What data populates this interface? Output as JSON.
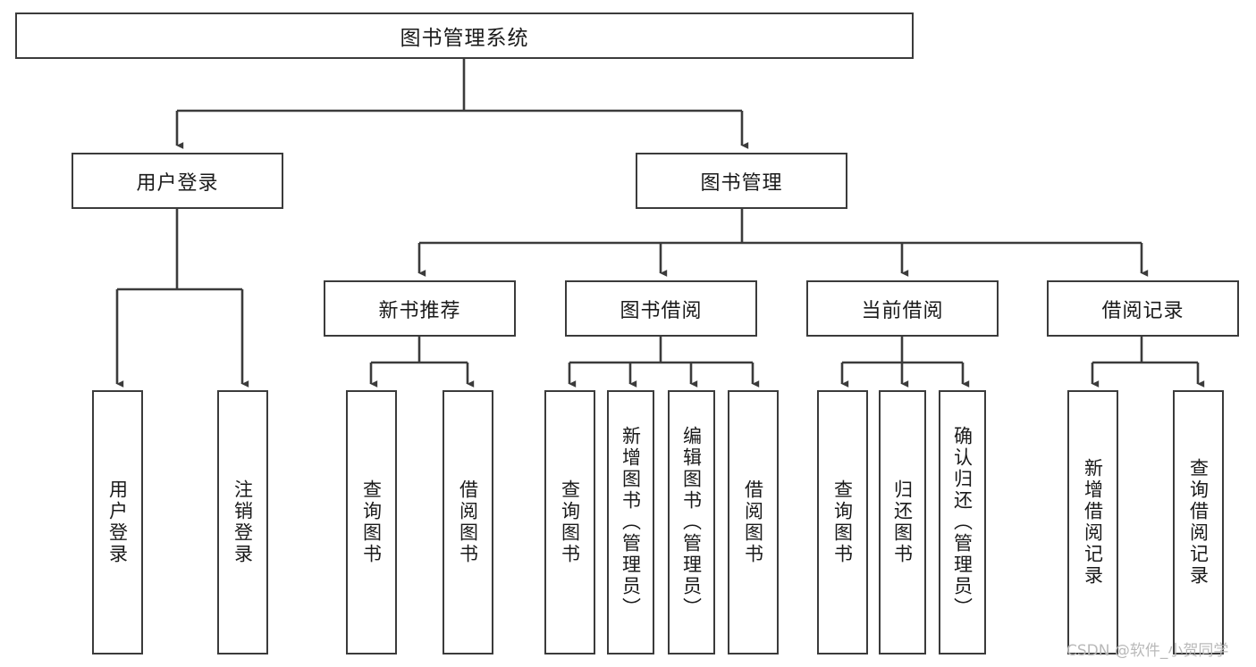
{
  "diagram": {
    "type": "tree-hierarchy",
    "title": "图书管理系统",
    "watermark": "CSDN @软件_小贺同学",
    "colors": {
      "border": "#3b3b3b",
      "node_fill": "#ffffff",
      "edge": "#3b3b3b",
      "text": "#1a1a1a",
      "background": "#ffffff",
      "watermark": "#b9b9b9"
    },
    "nodes": {
      "root": {
        "label": "图书管理系统"
      },
      "level2": [
        {
          "label": "用户登录"
        },
        {
          "label": "图书管理"
        }
      ],
      "level3": [
        {
          "label": "新书推荐"
        },
        {
          "label": "图书借阅"
        },
        {
          "label": "当前借阅"
        },
        {
          "label": "借阅记录"
        }
      ],
      "leaves": {
        "user_login": [
          {
            "label": "用户登录"
          },
          {
            "label": "注销登录"
          }
        ],
        "new_book_recommend": [
          {
            "label": "查询图书"
          },
          {
            "label": "借阅图书"
          }
        ],
        "book_borrow": [
          {
            "label": "查询图书"
          },
          {
            "label": "新增图书（管理员）"
          },
          {
            "label": "编辑图书（管理员）"
          },
          {
            "label": "借阅图书"
          }
        ],
        "current_borrow": [
          {
            "label": "查询图书"
          },
          {
            "label": "归还图书"
          },
          {
            "label": "确认归还（管理员）"
          }
        ],
        "borrow_record": [
          {
            "label": "新增借阅记录"
          },
          {
            "label": "查询借阅记录"
          }
        ]
      }
    }
  }
}
